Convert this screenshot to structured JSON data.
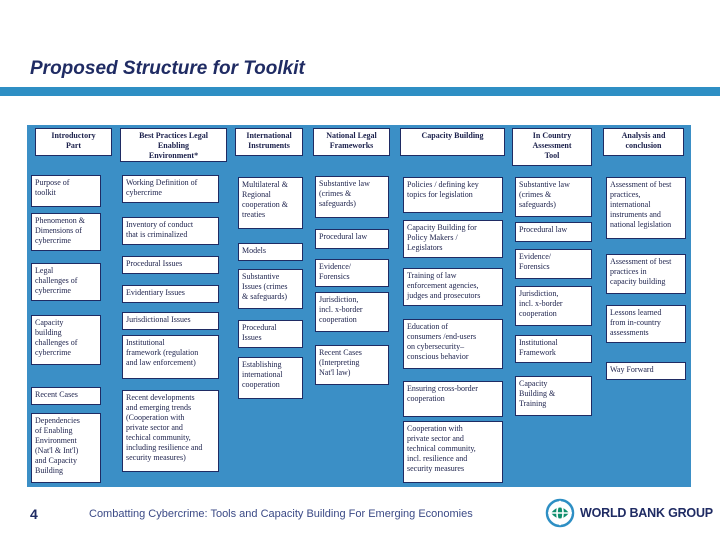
{
  "slide": {
    "title": "Proposed Structure for Toolkit",
    "page_number": "4",
    "footer": "Combatting Cybercrime: Tools and Capacity Building For Emerging Economies",
    "logo_text": "WORLD BANK GROUP",
    "accent_color": "#2e8fc4",
    "panel_color": "#3b8fc6",
    "title_color": "#1f2b63"
  },
  "table": {
    "headers": {
      "intro": "Introductory\nPart",
      "best": "Best Practices Legal\nEnabling\nEnvironment*",
      "intl": "International\nInstruments",
      "natl": "National Legal\nFrameworks",
      "cap": "Capacity Building",
      "country": "In Country\nAssessment\nTool",
      "analysis": "Analysis and\nconclusion"
    },
    "intro": [
      "Purpose of\ntoolkit",
      "Phenomenon &\nDimensions of\ncybercrime",
      "Legal\nchallenges of\ncybercrime",
      "Capacity\nbuilding\nchallenges of\ncybercrime",
      "Recent Cases",
      "Dependencies\nof Enabling\nEnvironment\n(Nat'l & Int'l)\nand Capacity\nBuilding"
    ],
    "best": [
      "Working Definition of\ncybercrime",
      "Inventory of conduct\nthat is criminalized",
      "Procedural Issues",
      "Evidentiary Issues",
      "Jurisdictional Issues",
      "Institutional\nframework (regulation\nand  law enforcement)",
      "Recent developments\nand emerging  trends\n(Cooperation with\nprivate sector and\ntechical community,\nincluding resilience and\nsecurity measures)"
    ],
    "intl": [
      "Multilateral &\nRegional\ncooperation &\ntreaties",
      "Models",
      "Substantive\nIssues (crimes\n& safeguards)",
      "Procedural\nIssues",
      "Establishing\ninternational\ncooperation"
    ],
    "natl": [
      "Substantive law\n(crimes &\nsafeguards)",
      "Procedural law",
      "Evidence/\nForensics",
      "Jurisdiction,\nincl. x-border\ncooperation",
      "Recent Cases\n(Interpreting\nNat'l law)"
    ],
    "cap": [
      "Policies / defining key\ntopics for legislation",
      "Capacity Building for\nPolicy Makers /\nLegislators",
      "Training of law\nenforcement agencies,\njudges and prosecutors",
      "Education of\nconsumers /end-users\non cybersecurity–\nconscious behavior",
      "Ensuring cross-border\ncooperation",
      "Cooperation with\nprivate sector and\ntechnical community,\nincl. resilience and\nsecurity measures"
    ],
    "country": [
      "Substantive law\n(crimes &\nsafeguards)",
      "Procedural law",
      "Evidence/\nForensics",
      "Jurisdiction,\nincl. x-border\ncooperation",
      "Institutional\nFramework",
      "Capacity\nBuilding &\nTraining"
    ],
    "analysis": [
      "Assessment of best\npractices,\ninternational\ninstruments and\nnational legislation",
      "Assessment of best\npractices in\ncapacity building",
      "Lessons learned\nfrom in-country\nassessments",
      "Way Forward"
    ]
  }
}
